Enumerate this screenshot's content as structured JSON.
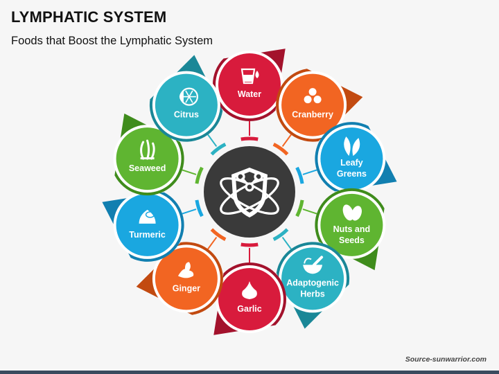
{
  "header": {
    "title": "LYMPHATIC SYSTEM",
    "subtitle": "Foods that Boost the Lymphatic System"
  },
  "footer": {
    "source": "Source-sunwarrior.com"
  },
  "hub": {
    "icon": "shield-molecule-icon",
    "color": "#3a3a3a"
  },
  "nodes": [
    {
      "id": "water",
      "lines": [
        "Water"
      ],
      "icon": "drink-glass-icon",
      "color": "#d81b3c",
      "dark": "#a3122c"
    },
    {
      "id": "cranberry",
      "lines": [
        "Cranberry"
      ],
      "icon": "cranberry-icon",
      "color": "#f26522",
      "dark": "#c24a10"
    },
    {
      "id": "leafy",
      "lines": [
        "Leafy",
        "Greens"
      ],
      "icon": "leaf-icon",
      "color": "#1aa7e0",
      "dark": "#117fb0"
    },
    {
      "id": "nuts",
      "lines": [
        "Nuts and",
        "Seeds"
      ],
      "icon": "nut-icon",
      "color": "#5fb531",
      "dark": "#3f8c1c"
    },
    {
      "id": "adaptogenic",
      "lines": [
        "Adaptogenic",
        "Herbs"
      ],
      "icon": "mortar-pestle-icon",
      "color": "#2cb2c3",
      "dark": "#1a8797"
    },
    {
      "id": "garlic",
      "lines": [
        "Garlic"
      ],
      "icon": "garlic-icon",
      "color": "#d81b3c",
      "dark": "#a3122c"
    },
    {
      "id": "ginger",
      "lines": [
        "Ginger"
      ],
      "icon": "ginger-icon",
      "color": "#f26522",
      "dark": "#c24a10"
    },
    {
      "id": "turmeric",
      "lines": [
        "Turmeric"
      ],
      "icon": "turmeric-icon",
      "color": "#1aa7e0",
      "dark": "#117fb0"
    },
    {
      "id": "seaweed",
      "lines": [
        "Seaweed"
      ],
      "icon": "seaweed-icon",
      "color": "#5fb531",
      "dark": "#3f8c1c"
    },
    {
      "id": "citrus",
      "lines": [
        "Citrus"
      ],
      "icon": "citrus-icon",
      "color": "#2cb2c3",
      "dark": "#1a8797"
    }
  ]
}
